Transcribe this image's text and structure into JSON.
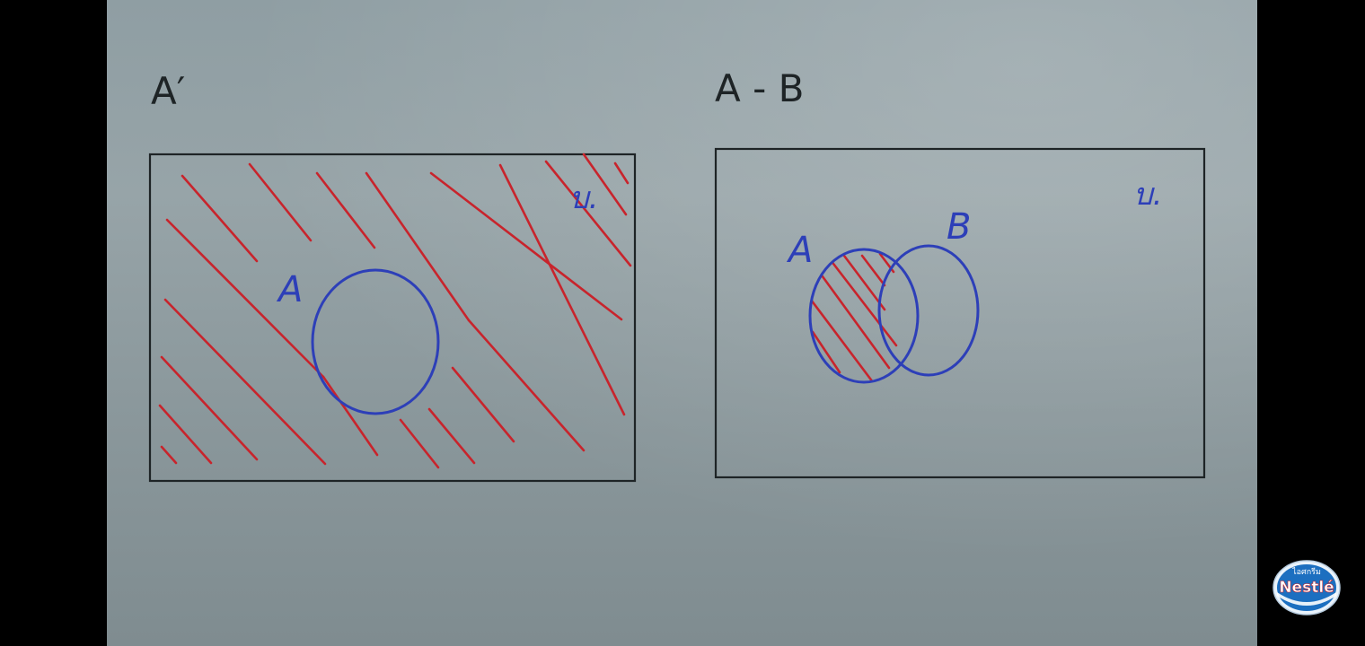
{
  "diagrams": [
    {
      "title": "A′",
      "universe_label": "บ.",
      "set_labels": [
        "A"
      ],
      "shaded_region": "complement of A"
    },
    {
      "title": "A - B",
      "universe_label": "บ.",
      "set_labels": [
        "A",
        "B"
      ],
      "shaded_region": "A only"
    }
  ],
  "colors": {
    "ink_black": "#1e2426",
    "marker_blue": "#2d3fb8",
    "marker_red": "#c8242c"
  },
  "logo": {
    "brand": "Nestlé",
    "caption": "ไอศกรีม"
  }
}
